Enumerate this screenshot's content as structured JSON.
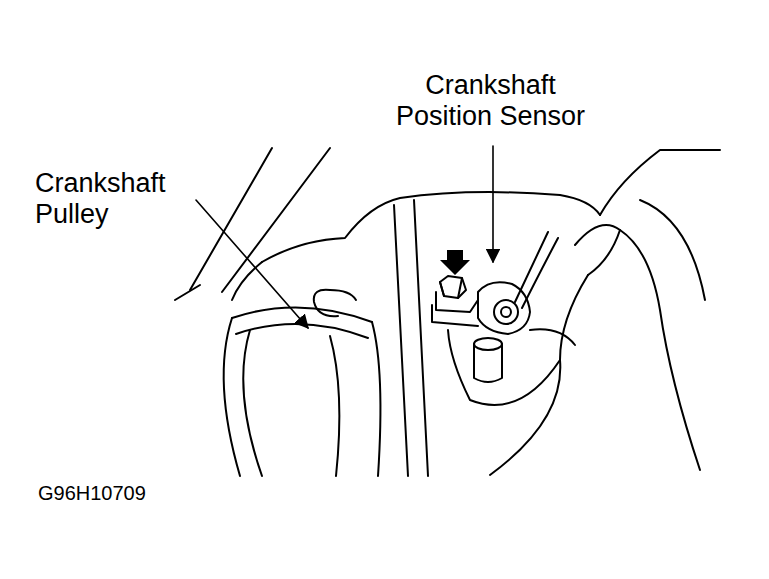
{
  "diagram": {
    "labels": [
      "Crankshaft Pulley",
      "Crankshaft Position Sensor",
      "G96H10709"
    ]
  }
}
